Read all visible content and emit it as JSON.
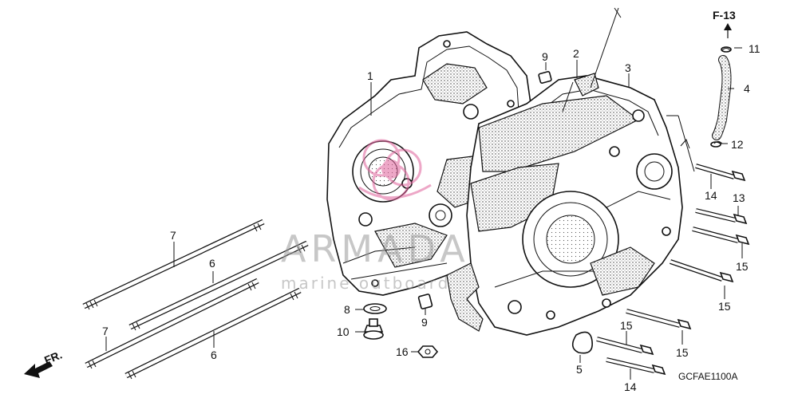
{
  "diagram": {
    "code": "GCFAE1100A",
    "ref": "F-13",
    "front_label": "FR.",
    "watermark": {
      "main": "ARMADA",
      "sub": "marine outboard"
    },
    "callouts": {
      "p1": "1",
      "p2": "2",
      "p3": "3",
      "p4": "4",
      "p5": "5",
      "p6a": "6",
      "p6b": "6",
      "p7a": "7",
      "p7b": "7",
      "p8": "8",
      "p9a": "9",
      "p9b": "9",
      "p10": "10",
      "p11": "11",
      "p12": "12",
      "p13": "13",
      "p14a": "14",
      "p14b": "14",
      "p15a": "15",
      "p15b": "15",
      "p15c": "15",
      "p15d": "15",
      "p16": "16"
    }
  },
  "colors": {
    "line": "#111111",
    "watermark_pink": "#e0609a",
    "watermark_gray": "#9a9a9a"
  }
}
